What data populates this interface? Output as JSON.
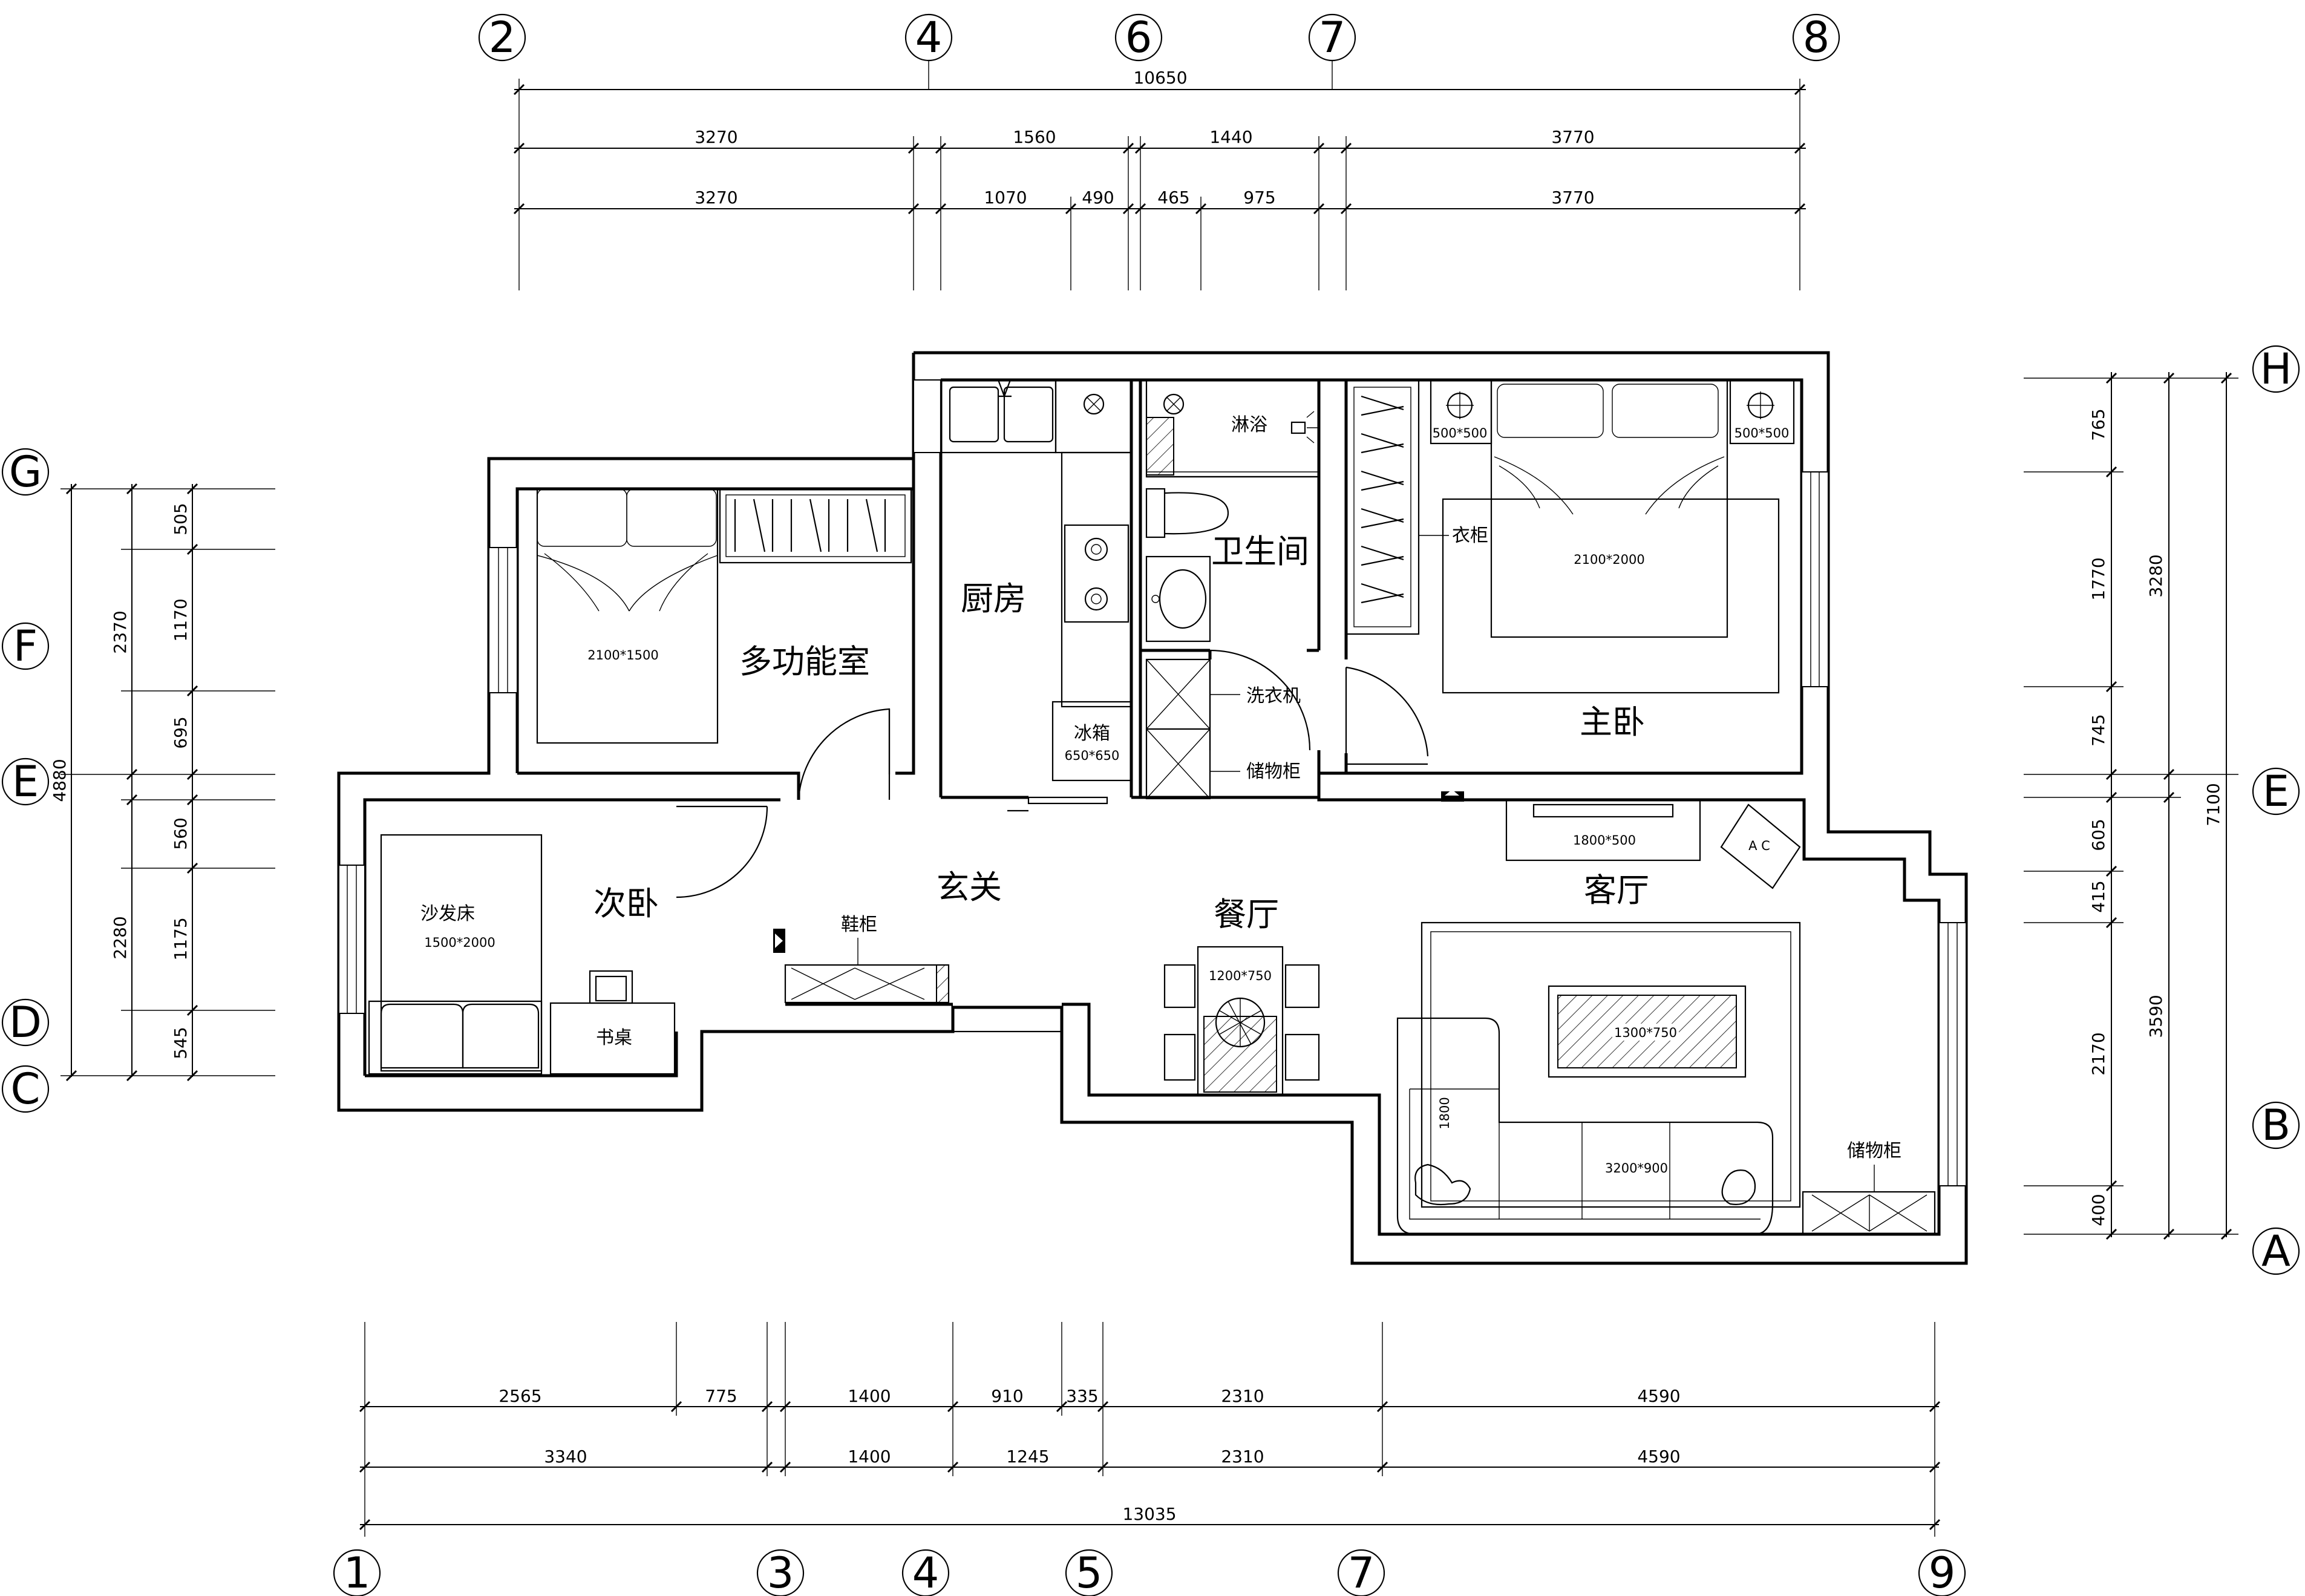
{
  "axes": {
    "top": [
      "2",
      "4",
      "6",
      "7",
      "8"
    ],
    "bottom": [
      "1",
      "3",
      "4",
      "5",
      "7",
      "9"
    ],
    "left": [
      "G",
      "F",
      "E",
      "D",
      "C"
    ],
    "right": [
      "H",
      "E",
      "B",
      "A"
    ]
  },
  "dimensions": {
    "top_total": "10650",
    "top_row1": [
      "3270",
      "1560",
      "1440",
      "3770"
    ],
    "top_row2": [
      "3270",
      "1070",
      "490",
      "465",
      "975",
      "3770"
    ],
    "bottom_row1": [
      "2565",
      "775",
      "1400",
      "910",
      "335",
      "2310",
      "4590"
    ],
    "bottom_row2": [
      "3340",
      "1400",
      "1245",
      "2310",
      "4590"
    ],
    "bottom_total": "13035",
    "left_total": "4880",
    "left_row1": [
      "2370",
      "2280"
    ],
    "left_row2": [
      "505",
      "1170",
      "695",
      "560",
      "1175",
      "545"
    ],
    "right_row1": [
      "765",
      "1770",
      "745",
      "605",
      "415",
      "2170",
      "400"
    ],
    "right_row2": [
      "3280",
      "3590"
    ],
    "right_total": "7100"
  },
  "rooms": {
    "multi": "多功能室",
    "kitchen": "厨房",
    "bath": "卫生间",
    "master": "主卧",
    "second": "次卧",
    "foyer": "玄关",
    "dining": "餐厅",
    "living": "客厅"
  },
  "furniture": {
    "shower": "淋浴",
    "wardrobe": "衣柜",
    "washer": "洗衣机",
    "storage": "储物柜",
    "fridge": "冰箱",
    "fridge_size": "650*650",
    "bed_multi": "2100*1500",
    "bed_master": "2100*2000",
    "nightstand_size": "500*500",
    "tv_cabinet": "1800*500",
    "ac": "A C",
    "sofa_bed": "沙发床",
    "sofa_bed_size": "1500*2000",
    "desk": "书桌",
    "shoe_cabinet": "鞋柜",
    "dining_table": "1200*750",
    "coffee_table": "1300*750",
    "sofa_size": "3200*900",
    "sofa_depth": "1800",
    "storage_living": "储物柜"
  }
}
